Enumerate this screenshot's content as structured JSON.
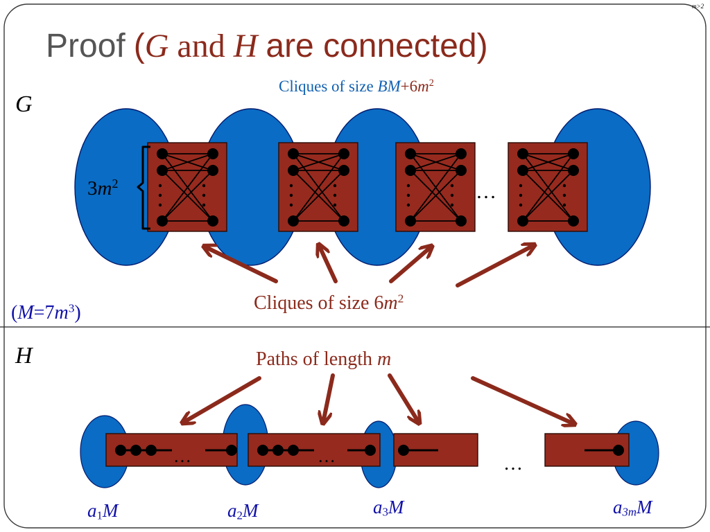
{
  "slide": {
    "corner_label": "m>2",
    "title": {
      "proof": "Proof",
      "open_paren": "(",
      "var_g": "G",
      "and": "and",
      "var_h": "H",
      "rest": "are connected)"
    }
  },
  "graph_g": {
    "label": "G",
    "top_caption": {
      "prefix": "Cliques of size",
      "bm": "BM",
      "plus6": "+6",
      "m": "m",
      "exp": "2"
    },
    "size_label": {
      "coef": "3",
      "m": "m",
      "exp": "2"
    },
    "middle_dots": "…",
    "bottom_caption": {
      "prefix": "Cliques of size",
      "six": "6",
      "m": "m",
      "exp": "2"
    }
  },
  "m_def": {
    "open": "(",
    "M": "M",
    "eq": "=7",
    "m": "m",
    "exp": "3",
    "close": ")"
  },
  "graph_h": {
    "label": "H",
    "paths_caption": {
      "prefix": "Paths of length",
      "m": "m"
    },
    "dots": "…",
    "middle_dots": "…",
    "anchors": [
      {
        "a": "a",
        "sub": "1",
        "M": "M"
      },
      {
        "a": "a",
        "sub": "2",
        "M": "M"
      },
      {
        "a": "a",
        "sub": "3",
        "M": "M"
      },
      {
        "a": "a",
        "sub": "3m",
        "M": "M"
      }
    ]
  },
  "colors": {
    "clique_blue": "#0a6cc4",
    "box_red": "#962a1e",
    "arrow_red": "#8b2a1c",
    "text_blue": "#1060b0",
    "text_navy": "#1010a8",
    "title_gray": "#555555"
  }
}
